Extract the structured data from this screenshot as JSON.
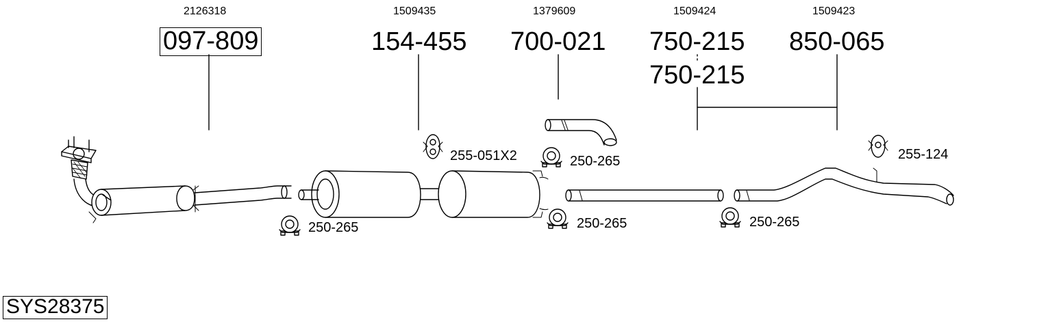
{
  "system_code": "SYS28375",
  "parts": [
    {
      "oem": "2126318",
      "number": "097-809"
    },
    {
      "oem": "1509435",
      "number": "154-455"
    },
    {
      "oem": "1379609",
      "number": "700-021"
    },
    {
      "oem": "1509424",
      "number": "750-215",
      "number_repeat": "750-215"
    },
    {
      "oem": "1509423",
      "number": "850-065"
    }
  ],
  "fittings": {
    "clamp_1": "250-265",
    "clamp_2": "250-265",
    "clamp_3": "250-265",
    "clamp_4": "250-265",
    "hanger_1": "255-051X2",
    "hanger_2": "255-124"
  },
  "icons": [
    "clamp-icon",
    "rubber-hanger-icon",
    "catalytic-converter-icon",
    "silencer-icon",
    "pipe-icon"
  ]
}
